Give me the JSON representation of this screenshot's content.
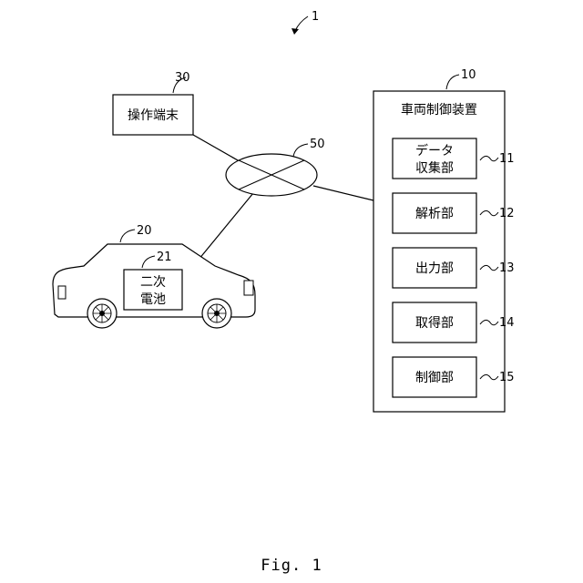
{
  "system": {
    "ref": "1"
  },
  "terminal": {
    "ref": "30",
    "label": "操作端末"
  },
  "network": {
    "ref": "50"
  },
  "vehicle": {
    "ref": "20"
  },
  "battery": {
    "ref": "21",
    "label_line1": "二次",
    "label_line2": "電池"
  },
  "controller": {
    "ref": "10",
    "title": "車両制御装置",
    "units": [
      {
        "ref": "11",
        "label_line1": "データ",
        "label_line2": "収集部"
      },
      {
        "ref": "12",
        "label": "解析部"
      },
      {
        "ref": "13",
        "label": "出力部"
      },
      {
        "ref": "14",
        "label": "取得部"
      },
      {
        "ref": "15",
        "label": "制御部"
      }
    ]
  },
  "caption": "Fig. 1"
}
